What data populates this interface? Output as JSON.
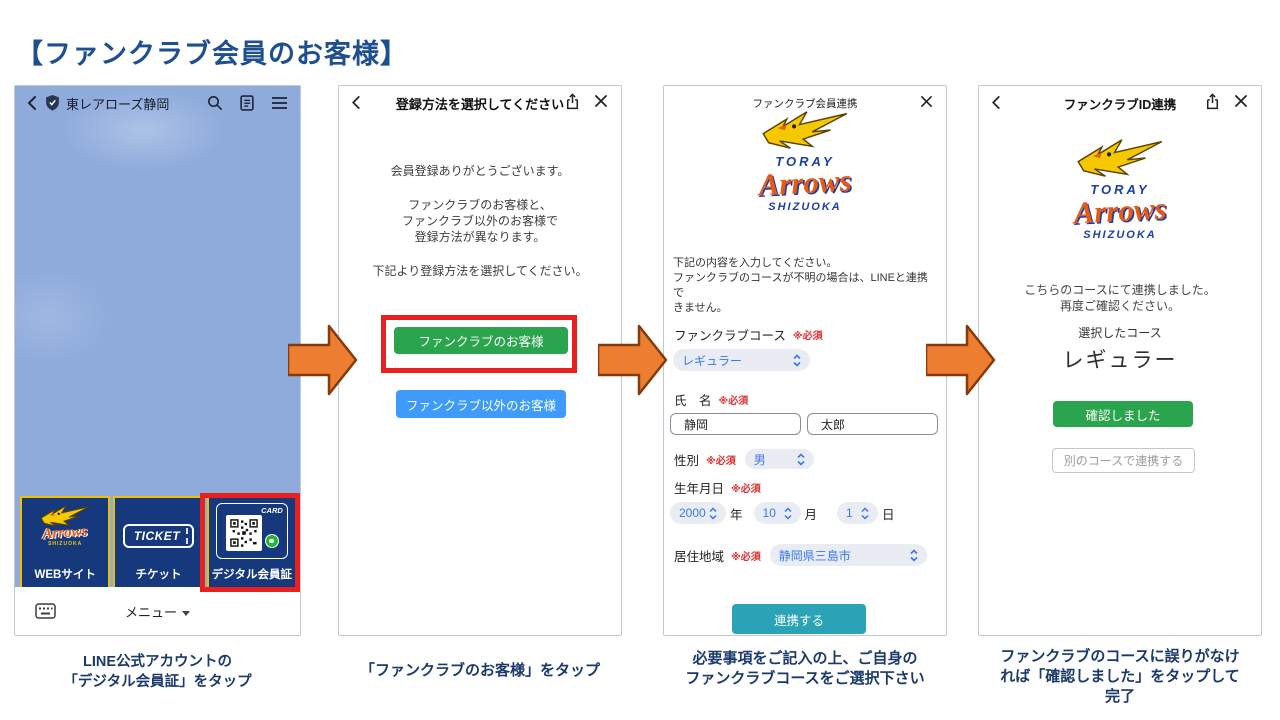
{
  "page": {
    "title": "【ファンクラブ会員のお客様】"
  },
  "colors": {
    "title_blue": "#1d4f91",
    "caption_navy": "#1b3a6b",
    "periwinkle_bg": "#8eabdc",
    "tile_navy": "#16387d",
    "tile_border_yellow": "#efbe00",
    "highlight_red": "#e8201e",
    "arrow_orange": "#ed7d31",
    "arrow_outline": "#843c0c",
    "button_green": "#2ba44e",
    "button_blue": "#3e9bfa",
    "button_teal": "#29a3b5",
    "pill_bg": "#e9edf3",
    "pill_text_blue": "#3a77f0",
    "required_red": "#e03131",
    "line_green": "#21b832"
  },
  "logo": {
    "top": "TORAY",
    "script": "Arrows",
    "bottom": "SHIZUOKA"
  },
  "screen1": {
    "account_name": "東レアローズ静岡",
    "tiles": {
      "web": {
        "label": "WEBサイト"
      },
      "ticket": {
        "label": "チケット",
        "icon_text": "TICKET"
      },
      "card": {
        "label": "デジタル会員証",
        "badge": "CARD"
      }
    },
    "menu_label": "メニュー",
    "caption": [
      "LINE公式アカウントの",
      "「デジタル会員証」をタップ"
    ]
  },
  "screen2": {
    "header": "登録方法を選択してください",
    "body": [
      "会員登録ありがとうございます。",
      "ファンクラブのお客様と、",
      "ファンクラブ以外のお客様で",
      "登録方法が異なります。",
      "下記より登録方法を選択してください。"
    ],
    "fan_button": "ファンクラブのお客様",
    "other_button": "ファンクラブ以外のお客様",
    "caption": [
      "「ファンクラブのお客様」をタップ"
    ]
  },
  "screen3": {
    "header": "ファンクラブ会員連携",
    "intro": [
      "下記の内容を入力してください。",
      "ファンクラブのコースが不明の場合は、LINEと連携で",
      "きません。"
    ],
    "required": "※必須",
    "course": {
      "label": "ファンクラブコース",
      "value": "レギュラー"
    },
    "name": {
      "label": "氏　名",
      "last": "静岡",
      "first": "太郎"
    },
    "gender": {
      "label": "性別",
      "value": "男"
    },
    "birth": {
      "label": "生年月日",
      "year": "2000",
      "year_unit": "年",
      "month": "10",
      "month_unit": "月",
      "day": "1",
      "day_unit": "日"
    },
    "region": {
      "label": "居住地域",
      "value": "静岡県三島市"
    },
    "submit": "連携する",
    "caption": [
      "必要事項をご記入の上、ご自身の",
      "ファンクラブコースをご選択下さい"
    ]
  },
  "screen4": {
    "header": "ファンクラブID連携",
    "messages": [
      "こちらのコースにて連携しました。",
      "再度ご確認ください。"
    ],
    "selected_label": "選択したコース",
    "selected_course": "レギュラー",
    "confirm_button": "確認しました",
    "alt_button": "別のコースで連携する",
    "caption": [
      "ファンクラブのコースに誤りがなけ",
      "れば「確認しました」をタップして",
      "完了"
    ]
  }
}
